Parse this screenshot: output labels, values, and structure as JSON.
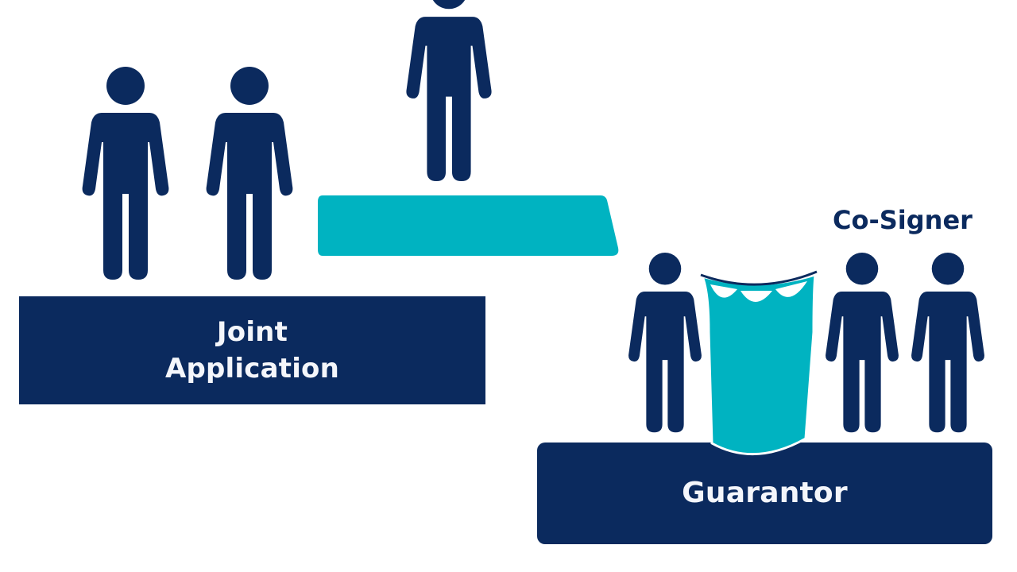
{
  "colors": {
    "background": "#ffffff",
    "navy": "#0b2a5e",
    "teal": "#00b3c1",
    "text_light": "#f4f6fb"
  },
  "joint_application": {
    "label_line1": "Joint",
    "label_line2": "Application",
    "people_count": 2
  },
  "bridge": {
    "shape": "teal-platform",
    "people_count": 1
  },
  "guarantor": {
    "label": "Guarantor",
    "people_count": 1,
    "shield": "teal-curtain"
  },
  "cosigner": {
    "label": "Co-Signer",
    "people_count": 2
  }
}
